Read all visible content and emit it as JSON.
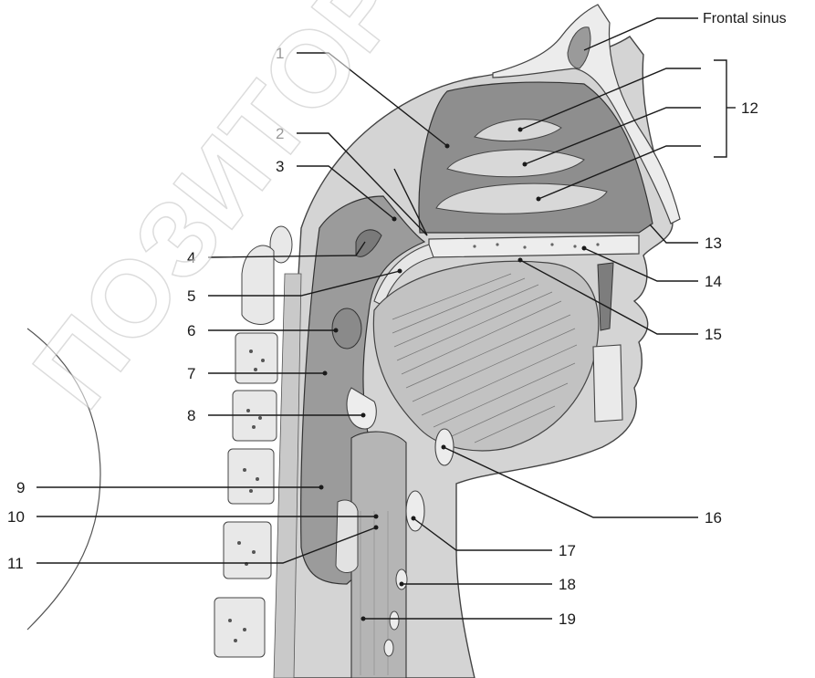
{
  "labels": {
    "frontal_sinus": "Frontal sinus",
    "n1": "1",
    "n2": "2",
    "n3": "3",
    "n4": "4",
    "n5": "5",
    "n6": "6",
    "n7": "7",
    "n8": "8",
    "n9": "9",
    "n10": "10",
    "n11": "11",
    "n12": "12",
    "n13": "13",
    "n14": "14",
    "n15": "15",
    "n16": "16",
    "n17": "17",
    "n18": "18",
    "n19": "19"
  },
  "colors": {
    "soft_tissue": "#cfcfcf",
    "cavity_dark": "#8d8d8d",
    "bone": "#e8e8e8",
    "muscle": "#bdbdbd",
    "outline": "#3a3a3a"
  },
  "watermark": "ПОЗИТОР"
}
